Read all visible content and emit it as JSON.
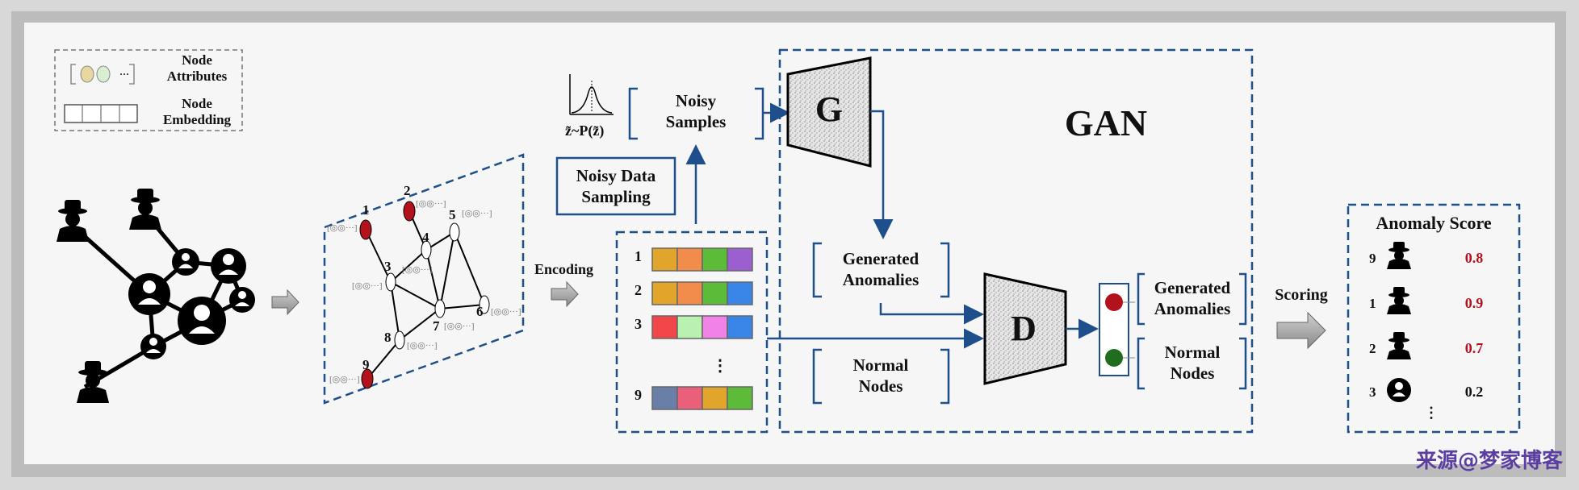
{
  "legend": {
    "attributes_label": "Node\nAttributes",
    "embedding_label": "Node\nEmbedding",
    "attr_ellipsis": "···"
  },
  "graph": {
    "node_labels": [
      "1",
      "2",
      "3",
      "4",
      "5",
      "6",
      "7",
      "8",
      "9"
    ],
    "anomalous_nodes": [
      "1",
      "2",
      "9"
    ]
  },
  "encoding_label": "Encoding",
  "noisy": {
    "distribution_label": "z̃~P(z̃)",
    "samples_label": "Noisy\nSamples",
    "sampling_label": "Noisy Data\nSampling"
  },
  "embeddings": {
    "rows": [
      {
        "label": "1",
        "colors": [
          "#e0a52a",
          "#f28c4a",
          "#5dbb3a",
          "#9b5fd0"
        ]
      },
      {
        "label": "2",
        "colors": [
          "#e0a52a",
          "#f28c4a",
          "#5dbb3a",
          "#3a86e8"
        ]
      },
      {
        "label": "3",
        "colors": [
          "#f2474a",
          "#b9f2b0",
          "#f283e6",
          "#3a86e8"
        ]
      },
      {
        "label": "9",
        "colors": [
          "#6a7fa8",
          "#ea5f7a",
          "#e0a52a",
          "#5dbb3a"
        ]
      }
    ],
    "vdots": "⋮"
  },
  "gan": {
    "title": "GAN",
    "generator": "G",
    "discriminator": "D",
    "generated_anomalies": "Generated\nAnomalies",
    "normal_nodes": "Normal\nNodes",
    "out_generated": "Generated\nAnomalies",
    "out_normal": "Normal\nNodes"
  },
  "scoring_label": "Scoring",
  "scores": {
    "title": "Anomaly Score",
    "rows": [
      {
        "node": "9",
        "score": "0.8",
        "anomalous": true
      },
      {
        "node": "1",
        "score": "0.9",
        "anomalous": true
      },
      {
        "node": "2",
        "score": "0.7",
        "anomalous": true
      },
      {
        "node": "3",
        "score": "0.2",
        "anomalous": false
      }
    ],
    "vdots": "⋮"
  },
  "watermark": "来源@梦家博客",
  "colors": {
    "dashed_blue": "#1f4f8a",
    "arrow_blue": "#1f4f8a",
    "anomaly_red": "#b3121c",
    "normal_green": "#1e6e1e",
    "score_red": "#b3121c"
  }
}
